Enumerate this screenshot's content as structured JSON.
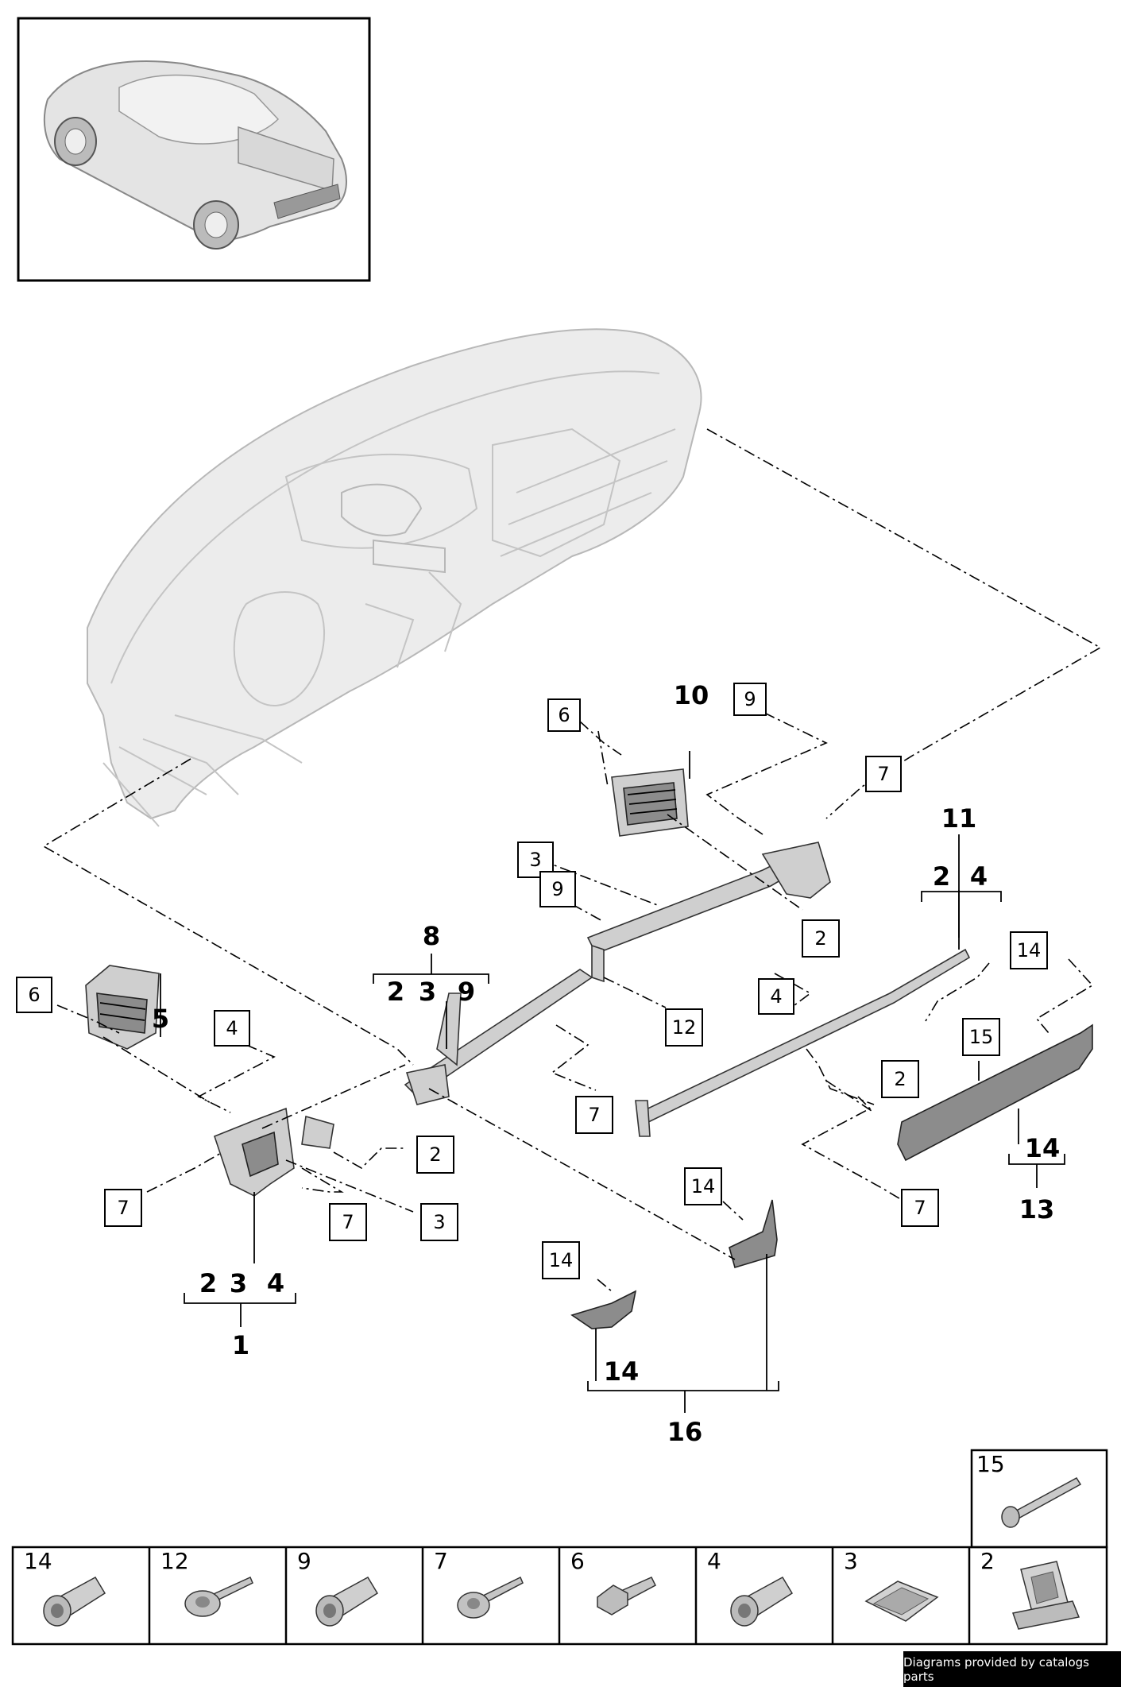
{
  "callouts": {
    "c6a": "6",
    "c10": "10",
    "c9a": "9",
    "c7a": "7",
    "c3a": "3",
    "c9b": "9",
    "c2a": "2",
    "c11": "11",
    "c11_2": "2",
    "c11_4": "4",
    "c8": "8",
    "c8_2": "2",
    "c8_3": "3",
    "c8_9": "9",
    "c12": "12",
    "c4a": "4",
    "c14a": "14",
    "c6b": "6",
    "c5": "5",
    "c4b": "4",
    "c15": "15",
    "c2b": "2",
    "c2c": "2",
    "c7b": "7",
    "c7c": "7",
    "c7d": "7",
    "c3b": "3",
    "c7e": "7",
    "c14b": "14",
    "c13": "13",
    "c14c": "14",
    "c14d": "14",
    "c14e": "14",
    "c1": "1",
    "c1_2": "2",
    "c1_3": "3",
    "c1_4": "4",
    "c16": "16"
  },
  "hardware_grid": {
    "top_cell": "15",
    "cells": [
      "14",
      "12",
      "9",
      "7",
      "6",
      "4",
      "3",
      "2"
    ]
  },
  "footer": "Diagrams provided by catalogs parts"
}
